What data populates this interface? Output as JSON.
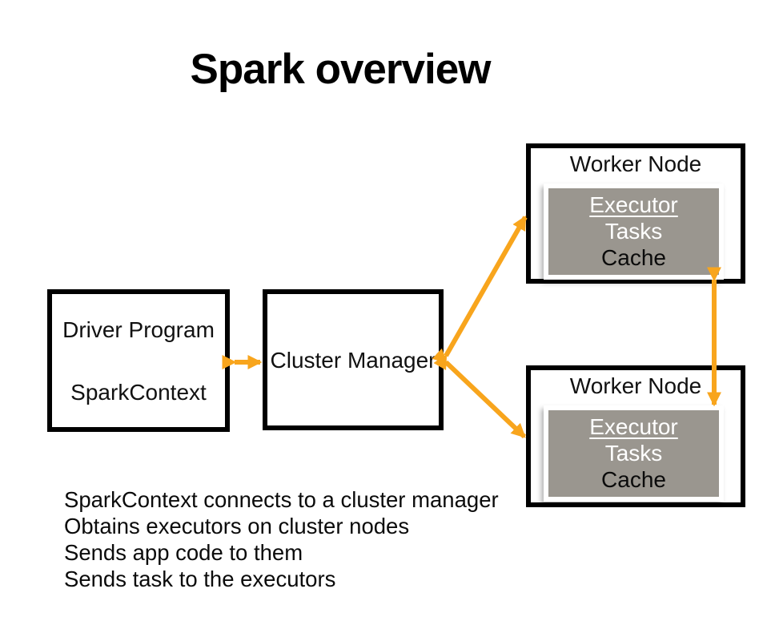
{
  "title": "Spark overview",
  "colors": {
    "arrow_orange": "#F8A51D",
    "executor_gray": "#9A968F",
    "box_border": "#000000",
    "background": "#FFFFFF"
  },
  "diagram": {
    "driver": {
      "line1": "Driver Program",
      "line2": "SparkContext"
    },
    "cluster": {
      "label": "Cluster Manager"
    },
    "workers": [
      {
        "label": "Worker Node",
        "executor_title": "Executor",
        "item1": "Tasks",
        "item2": "Cache"
      },
      {
        "label": "Worker Node",
        "executor_title": "Executor",
        "item1": "Tasks",
        "item2": "Cache"
      }
    ],
    "arrows": [
      "driver-cluster",
      "cluster-worker-top",
      "cluster-worker-bottom",
      "worker-worker"
    ]
  },
  "notes": [
    "SparkContext connects to a cluster manager",
    "Obtains executors on cluster nodes",
    "Sends app code to them",
    "Sends task to the executors"
  ]
}
